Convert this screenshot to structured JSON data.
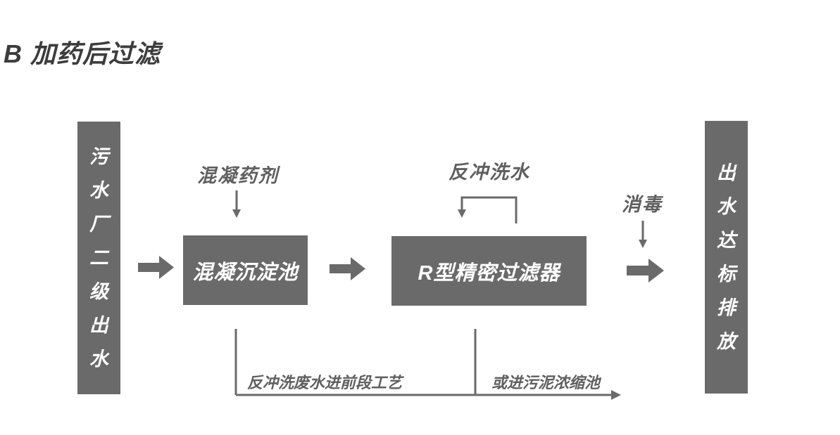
{
  "title": "B 加药后过滤",
  "nodes": {
    "influent": "污水厂二级出水",
    "coagulation_tank": "混凝沉淀池",
    "filter": "R型精密过滤器",
    "effluent": "出水达标排放"
  },
  "labels": {
    "coagulant": "混凝药剂",
    "backwash_water": "反冲洗水",
    "disinfection": "消毒",
    "backwash_to_front": "反冲洗废水进前段工艺",
    "or_to_sludge": "或进污泥浓缩池"
  },
  "colors": {
    "shape_gray": "#6a6a6a",
    "title_color": "#3c3c3c",
    "label_gray": "#5f5f5f",
    "box_text": "#ffffff",
    "background": "#ffffff"
  }
}
